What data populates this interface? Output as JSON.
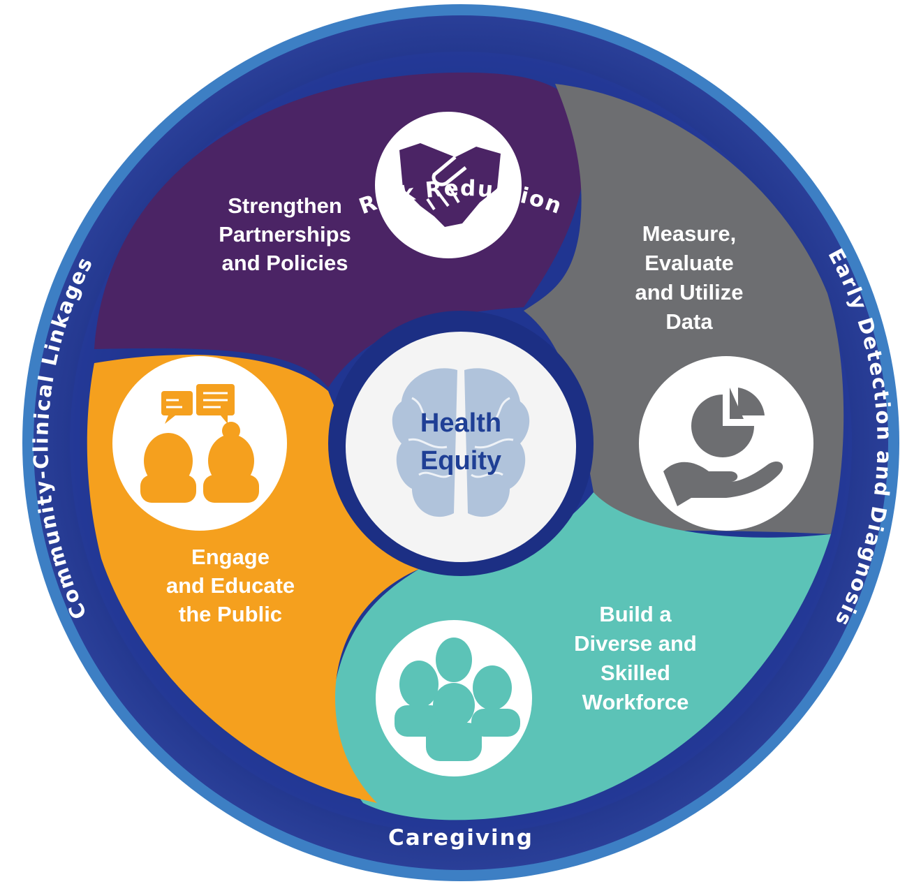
{
  "ring": {
    "top": "Risk Reduction",
    "right": "Early Detection and Diagnosis",
    "bottom": "Caregiving",
    "left": "Community-Clinical Linkages"
  },
  "segments": {
    "partnerships": {
      "lines": [
        "Strengthen",
        "Partnerships",
        "and Policies"
      ],
      "icon": "handshake-icon",
      "color": "#4b2465"
    },
    "data": {
      "lines": [
        "Measure,",
        "Evaluate",
        "and Utilize",
        "Data"
      ],
      "icon": "pie-chart-in-hand-icon",
      "color": "#6d6e71"
    },
    "workforce": {
      "lines": [
        "Build a",
        "Diverse and",
        "Skilled",
        "Workforce"
      ],
      "icon": "group-of-people-icon",
      "color": "#5cc3b7"
    },
    "public": {
      "lines": [
        "Engage",
        "and Educate",
        "the Public"
      ],
      "icon": "people-talking-icon",
      "color": "#f5a01e"
    }
  },
  "center": {
    "lines": [
      "Health",
      "Equity"
    ],
    "icon": "brain-icon"
  },
  "colors": {
    "ring_outer": "#3d7fc4",
    "ring_dark": "#1c2f84",
    "text_center": "#1f3f95"
  }
}
